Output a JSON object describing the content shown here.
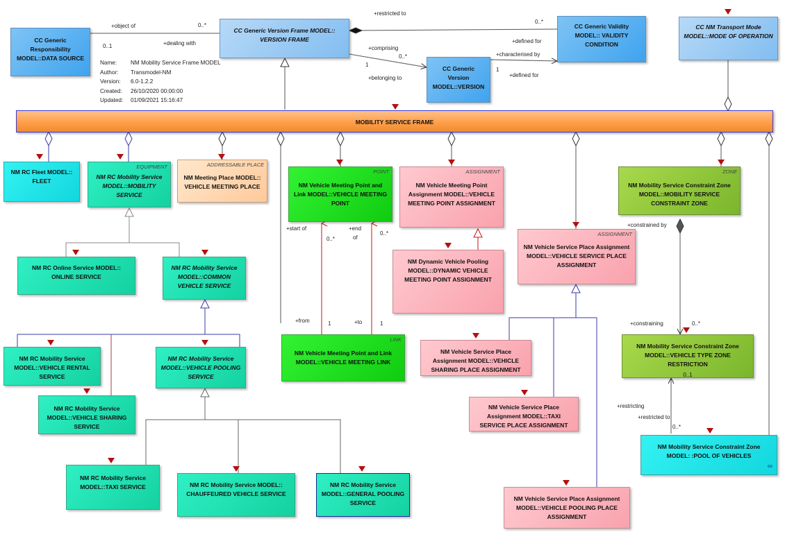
{
  "info": {
    "name_key": "Name:",
    "name": "NM Mobility Service Frame MODEL",
    "author_key": "Author:",
    "author": "Transmodel-NM",
    "version_key": "Version:",
    "version": "6.0-1.2.2",
    "created_key": "Created:",
    "created": "26/10/2020 00:00:00",
    "updated_key": "Updated:",
    "updated": "01/09/2021 15:16:47"
  },
  "boxes": {
    "data_source": {
      "name": "CC Generic Responsibility MODEL::DATA SOURCE"
    },
    "version_frame": {
      "name": "CC Generic Version Frame MODEL:: VERSION FRAME"
    },
    "validity": {
      "name": "CC Generic Validity MODEL:: VALIDITY CONDITION"
    },
    "mode": {
      "name": "CC NM Transport Mode MODEL::MODE OF OPERATION"
    },
    "version": {
      "name": "CC Generic Version MODEL::VERSION"
    },
    "frame": {
      "name": "MOBILITY SERVICE FRAME"
    },
    "fleet": {
      "name": "NM RC Fleet MODEL:: FLEET"
    },
    "mobility_service": {
      "stereo": "EQUIPMENT",
      "name": "NM RC Mobility Service MODEL::MOBILITY SERVICE"
    },
    "meeting_place": {
      "stereo": "ADDRESSABLE PLACE",
      "name": "NM Meeting Place MODEL:: VEHICLE MEETING PLACE"
    },
    "meeting_point": {
      "stereo": "POINT",
      "name": "NM Vehicle Meeting Point and Link MODEL::VEHICLE MEETING POINT"
    },
    "mp_assignment": {
      "stereo": "ASSIGNMENT",
      "name": "NM Vehicle Meeting Point Assignment MODEL::VEHICLE MEETING POINT ASSIGNMENT"
    },
    "constraint_zone": {
      "stereo": "ZONE",
      "name": "NM Mobility Service Constraint Zone MODEL::MOBILITY SERVICE CONSTRAINT ZONE"
    },
    "online": {
      "name": "NM RC Online Service MODEL:: ONLINE SERVICE"
    },
    "common_vehicle": {
      "name": "NM RC Mobility Service MODEL::COMMON VEHICLE SERVICE"
    },
    "dynamic_pooling": {
      "name": "NM Dynamic Vehicle Pooling MODEL::DYNAMIC VEHICLE MEETING POINT ASSIGNMENT"
    },
    "sp_assignment": {
      "stereo": "ASSIGNMENT",
      "name": "NM Vehicle Service Place Assignment MODEL::VEHICLE SERVICE PLACE ASSIGNMENT"
    },
    "vehicle_rental": {
      "name": "NM RC Mobility Service MODEL::VEHICLE RENTAL SERVICE"
    },
    "vehicle_pooling": {
      "name": "NM RC Mobility Service MODEL::VEHICLE POOLING SERVICE"
    },
    "meeting_link": {
      "stereo": "LINK",
      "name": "NM Vehicle Meeting Point and Link MODEL::VEHICLE MEETING LINK"
    },
    "sharing_place": {
      "name": "NM Vehicle Service Place Assignment MODEL::VEHICLE SHARING PLACE ASSIGNMENT"
    },
    "type_zone": {
      "name": "NM Mobility Service Constraint Zone MODEL::VEHICLE TYPE ZONE RESTRICTION",
      "attr": "0..1"
    },
    "vehicle_sharing": {
      "name": "NM RC Mobility Service MODEL::VEHICLE SHARING SERVICE"
    },
    "taxi_place": {
      "name": "NM Vehicle Service Place Assignment MODEL::TAXI SERVICE PLACE ASSIGNMENT"
    },
    "pool_vehicles": {
      "name": "NM Mobility Service Constraint Zone MODEL: :POOL OF VEHICLES"
    },
    "taxi": {
      "name": "NM RC Mobility Service MODEL::TAXI SERVICE"
    },
    "chauffeured": {
      "name": "NM RC Mobility Service MODEL:: CHAUFFEURED VEHICLE SERVICE"
    },
    "general_pooling": {
      "name": "NM RC Mobility Service MODEL::GENERAL POOLING SERVICE"
    },
    "pooling_place": {
      "name": "NM Vehicle Service Place Assignment MODEL::VEHICLE POOLING PLACE ASSIGNMENT"
    }
  },
  "labels": {
    "object_of": "+object of",
    "m_0s_a": "0..*",
    "dealing_with": "+dealing with",
    "m_01_a": "0..1",
    "restricted_to": "+restricted to",
    "m_0s_b": "0..*",
    "defined_for_a": "+defined for",
    "comprising": "+comprising",
    "m_0s_c": "0..*",
    "m_1_a": "1",
    "characterised_by": "+characterised by",
    "m_1_b": "1",
    "belonging_to": "+belonging to",
    "defined_for_b": "+defined for",
    "start_of": "+start of",
    "m_0s_d": "0..*",
    "end": "+end",
    "of": "of",
    "m_0s_e": "0..*",
    "from": "+from",
    "m_1_c": "1",
    "to": "+to",
    "m_1_d": "1",
    "constrained_by": "+constrained by",
    "constraining": "+constraining",
    "m_0s_f": "0..*",
    "restricting": "+restricting",
    "restricted_to_b": "+restricted to",
    "m_0s_g": "0..*"
  }
}
